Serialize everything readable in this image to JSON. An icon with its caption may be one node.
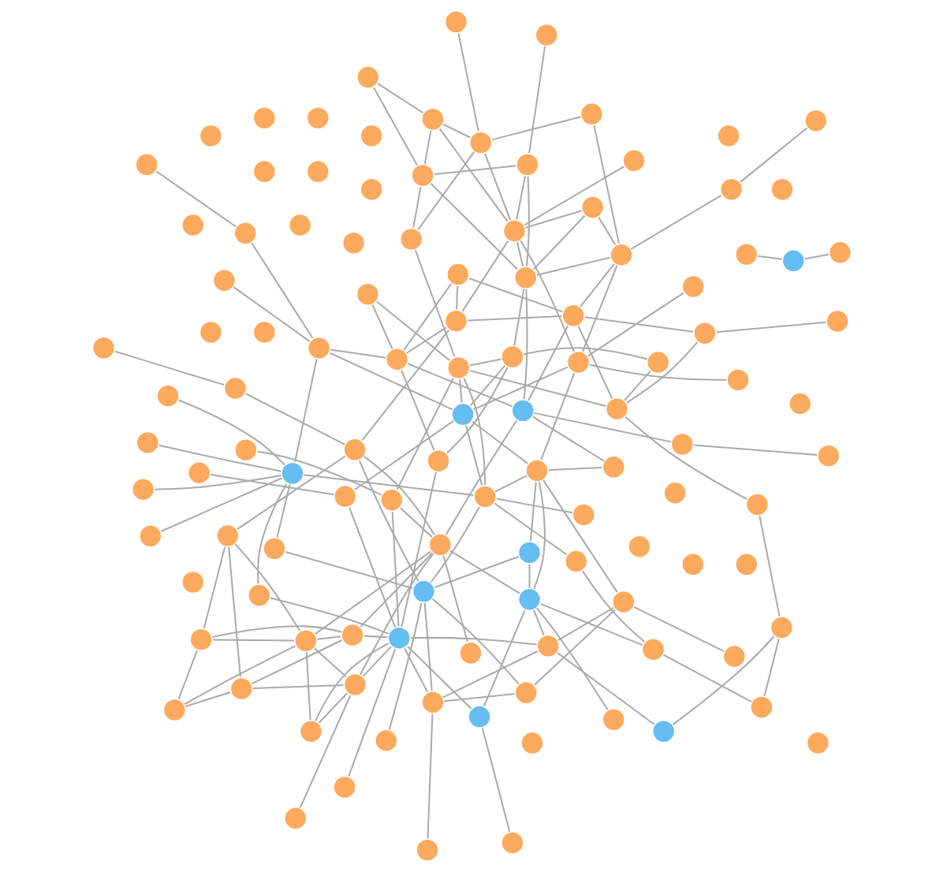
{
  "diagram": {
    "nodes": [
      {
        "text": [],
        "shape": "circle"
      },
      {
        "text": [],
        "shape": "circle"
      },
      {
        "text": [],
        "shape": "circle"
      },
      {
        "text": [],
        "shape": "circle"
      },
      {
        "text": [],
        "shape": "circle"
      },
      {
        "text": [],
        "shape": "circle"
      },
      {
        "text": [],
        "shape": "circle"
      },
      {
        "text": [],
        "shape": "circle"
      },
      {
        "text": [],
        "shape": "circle"
      },
      {
        "text": [],
        "shape": "circle"
      },
      {
        "text": [],
        "shape": "circle"
      },
      {
        "text": [],
        "shape": "circle"
      },
      {
        "text": [],
        "shape": "circle"
      },
      {
        "text": [],
        "shape": "circle"
      },
      {
        "text": [],
        "shape": "circle"
      },
      {
        "text": [],
        "shape": "circle"
      },
      {
        "text": [],
        "shape": "circle"
      },
      {
        "text": [],
        "shape": "circle"
      },
      {
        "text": [],
        "shape": "circle"
      },
      {
        "text": [],
        "shape": "circle"
      },
      {
        "text": [],
        "shape": "circle"
      },
      {
        "text": [],
        "shape": "circle"
      },
      {
        "text": [],
        "shape": "circle"
      },
      {
        "text": [],
        "shape": "circle"
      },
      {
        "text": [],
        "shape": "circle"
      },
      {
        "text": [],
        "shape": "circle"
      },
      {
        "text": [],
        "shape": "circle"
      },
      {
        "text": [],
        "shape": "circle"
      },
      {
        "text": [],
        "shape": "circle"
      },
      {
        "text": [],
        "shape": "circle"
      },
      {
        "text": [],
        "shape": "circle"
      },
      {
        "text": [],
        "shape": "circle"
      },
      {
        "text": [],
        "shape": "circle"
      },
      {
        "text": [],
        "shape": "circle"
      },
      {
        "text": [],
        "shape": "circle"
      },
      {
        "text": [],
        "shape": "circle"
      },
      {
        "text": [],
        "shape": "circle"
      },
      {
        "text": [],
        "shape": "circle"
      },
      {
        "text": [],
        "shape": "circle"
      },
      {
        "text": [],
        "shape": "circle"
      },
      {
        "text": [],
        "shape": "circle"
      },
      {
        "text": [],
        "shape": "circle"
      },
      {
        "text": [],
        "shape": "circle"
      },
      {
        "text": [],
        "shape": "circle"
      },
      {
        "text": [],
        "shape": "circle"
      },
      {
        "text": [],
        "shape": "circle"
      },
      {
        "text": [],
        "shape": "circle"
      },
      {
        "text": [],
        "shape": "circle"
      },
      {
        "text": [],
        "shape": "circle"
      },
      {
        "text": [],
        "shape": "circle"
      },
      {
        "text": [],
        "shape": "circle"
      },
      {
        "text": [],
        "shape": "circle"
      },
      {
        "text": [],
        "shape": "circle"
      },
      {
        "text": [],
        "shape": "circle"
      },
      {
        "text": [],
        "shape": "circle"
      },
      {
        "text": [],
        "shape": "circle"
      },
      {
        "text": [],
        "shape": "circle"
      },
      {
        "text": [],
        "shape": "circle"
      },
      {
        "text": [],
        "shape": "circle"
      },
      {
        "text": [],
        "shape": "circle"
      },
      {
        "text": [],
        "shape": "circle"
      },
      {
        "text": [],
        "shape": "circle"
      },
      {
        "text": [],
        "shape": "circle"
      },
      {
        "text": [],
        "shape": "circle"
      },
      {
        "text": [],
        "shape": "circle"
      },
      {
        "text": [],
        "shape": "circle"
      },
      {
        "text": [],
        "shape": "circle"
      },
      {
        "text": [],
        "shape": "circle"
      },
      {
        "text": [],
        "shape": "circle"
      },
      {
        "text": [],
        "shape": "circle"
      },
      {
        "text": [],
        "shape": "circle"
      },
      {
        "text": [],
        "shape": "circle"
      },
      {
        "text": [],
        "shape": "circle"
      },
      {
        "text": [],
        "shape": "circle"
      },
      {
        "text": [],
        "shape": "circle"
      },
      {
        "text": [],
        "shape": "circle"
      },
      {
        "text": [],
        "shape": "circle"
      },
      {
        "text": [],
        "shape": "circle"
      },
      {
        "text": [],
        "shape": "circle"
      },
      {
        "text": [],
        "shape": "circle"
      },
      {
        "text": [],
        "shape": "circle"
      },
      {
        "text": [],
        "shape": "circle"
      },
      {
        "text": [],
        "shape": "circle"
      },
      {
        "text": [],
        "shape": "circle"
      },
      {
        "text": [],
        "shape": "circle"
      },
      {
        "text": [],
        "shape": "circle"
      },
      {
        "text": [],
        "shape": "circle"
      },
      {
        "text": [],
        "shape": "circle"
      },
      {
        "text": [],
        "shape": "circle"
      },
      {
        "text": [],
        "shape": "circle"
      },
      {
        "text": [],
        "shape": "circle"
      },
      {
        "text": [],
        "shape": "circle"
      },
      {
        "text": [],
        "shape": "circle"
      },
      {
        "text": [],
        "shape": "circle"
      },
      {
        "text": [],
        "shape": "circle"
      },
      {
        "text": [],
        "shape": "circle"
      },
      {
        "text": [],
        "shape": "circle"
      },
      {
        "text": [],
        "shape": "circle"
      },
      {
        "text": [],
        "shape": "circle"
      },
      {
        "text": [],
        "shape": "circle"
      },
      {
        "text": [],
        "shape": "circle"
      },
      {
        "text": [],
        "shape": "circle"
      },
      {
        "text": [],
        "shape": "circle"
      },
      {
        "text": [],
        "shape": "circle"
      },
      {
        "text": [],
        "shape": "circle"
      },
      {
        "text": [],
        "shape": "circle"
      },
      {
        "text": [],
        "shape": "circle"
      },
      {
        "text": [],
        "shape": "circle"
      },
      {
        "text": [],
        "shape": "circle"
      },
      {
        "text": [],
        "shape": "circle"
      },
      {
        "text": [],
        "shape": "circle"
      },
      {
        "text": [],
        "shape": "circle"
      },
      {
        "text": [],
        "shape": "circle"
      },
      {
        "text": [],
        "shape": "circle"
      }
    ],
    "edges": [
      {
        "from": 0,
        "to": 30,
        "arrow": "none"
      },
      {
        "from": 8,
        "to": 23,
        "arrow": "none"
      },
      {
        "from": 4,
        "to": 23,
        "arrow": "none"
      },
      {
        "from": 5,
        "to": 23,
        "arrow": "none"
      },
      {
        "from": 9,
        "to": 23,
        "arrow": "none"
      },
      {
        "from": 14,
        "to": 23,
        "arrow": "none"
      },
      {
        "from": 9,
        "to": 38,
        "arrow": "none"
      },
      {
        "from": 6,
        "to": 33,
        "arrow": "none"
      },
      {
        "from": 13,
        "to": 30,
        "arrow": "none"
      },
      {
        "from": 23,
        "to": 24,
        "arrow": "none"
      },
      {
        "from": 23,
        "to": 27,
        "arrow": "none"
      },
      {
        "from": 23,
        "to": 44,
        "arrow": "none"
      },
      {
        "from": 24,
        "to": 19,
        "arrow": "none"
      },
      {
        "from": 24,
        "to": 25,
        "arrow": "none"
      },
      {
        "from": 25,
        "to": 26,
        "arrow": "none"
      },
      {
        "from": 24,
        "to": 50,
        "arrow": "none"
      },
      {
        "from": 24,
        "to": 51,
        "arrow": "none"
      },
      {
        "from": 10,
        "to": 21,
        "arrow": "none"
      },
      {
        "from": 11,
        "to": 33,
        "arrow": "none"
      },
      {
        "from": 11,
        "to": 38,
        "arrow": "none"
      },
      {
        "from": 11,
        "to": 48,
        "arrow": "none"
      },
      {
        "from": 12,
        "to": 37,
        "arrow": "none"
      },
      {
        "from": 12,
        "to": 44,
        "arrow": "none"
      },
      {
        "from": 15,
        "to": 32,
        "arrow": "none"
      },
      {
        "from": 20,
        "to": 48,
        "arrow": "none"
      },
      {
        "from": 20,
        "to": 56,
        "arrow": "none"
      },
      {
        "from": 21,
        "to": 71,
        "arrow": "none"
      },
      {
        "from": 21,
        "to": 50,
        "arrow": "none"
      },
      {
        "from": 22,
        "to": 44,
        "arrow": "none"
      },
      {
        "from": 28,
        "to": 29,
        "arrow": "none"
      },
      {
        "from": 28,
        "to": 58,
        "arrow": "none"
      },
      {
        "from": 29,
        "to": 33,
        "arrow": "none"
      },
      {
        "from": 29,
        "to": 32,
        "arrow": "none"
      },
      {
        "from": 29,
        "to": 40,
        "arrow": "none"
      },
      {
        "from": 29,
        "to": 71,
        "arrow": "none"
      },
      {
        "from": 27,
        "to": 71,
        "arrow": "none"
      },
      {
        "from": 31,
        "to": 37,
        "arrow": "none"
      },
      {
        "from": 31,
        "to": 58,
        "arrow": "none"
      },
      {
        "from": 32,
        "to": 48,
        "arrow": "none"
      },
      {
        "from": 32,
        "to": 52,
        "arrow": "none"
      },
      {
        "from": 33,
        "to": 37,
        "arrow": "none"
      },
      {
        "from": 33,
        "to": 48,
        "arrow": "none"
      },
      {
        "from": 33,
        "to": 61,
        "arrow": "none"
      },
      {
        "from": 33,
        "to": 81,
        "arrow": "none"
      },
      {
        "from": 34,
        "to": 45,
        "arrow": "none"
      },
      {
        "from": 34,
        "to": 51,
        "arrow": "none"
      },
      {
        "from": 34,
        "to": 54,
        "arrow": "none"
      },
      {
        "from": 36,
        "to": 40,
        "arrow": "none"
      },
      {
        "from": 38,
        "to": 39,
        "arrow": "none"
      },
      {
        "from": 38,
        "to": 40,
        "arrow": "none"
      },
      {
        "from": 38,
        "to": 44,
        "arrow": "none"
      },
      {
        "from": 38,
        "to": 52,
        "arrow": "none"
      },
      {
        "from": 38,
        "to": 70,
        "arrow": "none"
      },
      {
        "from": 40,
        "to": 71,
        "arrow": "none"
      },
      {
        "from": 40,
        "to": 52,
        "arrow": "none"
      },
      {
        "from": 41,
        "to": 46,
        "arrow": "none"
      },
      {
        "from": 41,
        "to": 47,
        "arrow": "none"
      },
      {
        "from": 41,
        "to": 45,
        "arrow": "none"
      },
      {
        "from": 42,
        "to": 60,
        "arrow": "none"
      },
      {
        "from": 43,
        "to": 63,
        "arrow": "none"
      },
      {
        "from": 44,
        "to": 48,
        "arrow": "none"
      },
      {
        "from": 44,
        "to": 50,
        "arrow": "none"
      },
      {
        "from": 44,
        "to": 66,
        "arrow": "none"
      },
      {
        "from": 45,
        "to": 47,
        "arrow": "none"
      },
      {
        "from": 45,
        "to": 64,
        "arrow": "none"
      },
      {
        "from": 45,
        "to": 54,
        "arrow": "none"
      },
      {
        "from": 45,
        "to": 56,
        "arrow": "none"
      },
      {
        "from": 47,
        "to": 55,
        "arrow": "none"
      },
      {
        "from": 47,
        "to": 66,
        "arrow": "none"
      },
      {
        "from": 47,
        "to": 89,
        "arrow": "none"
      },
      {
        "from": 48,
        "to": 50,
        "arrow": "none"
      },
      {
        "from": 48,
        "to": 57,
        "arrow": "none"
      },
      {
        "from": 50,
        "to": 66,
        "arrow": "none"
      },
      {
        "from": 50,
        "to": 57,
        "arrow": "none"
      },
      {
        "from": 50,
        "to": 73,
        "arrow": "none"
      },
      {
        "from": 51,
        "to": 54,
        "arrow": "none"
      },
      {
        "from": 51,
        "to": 79,
        "arrow": "none"
      },
      {
        "from": 51,
        "to": 56,
        "arrow": "none"
      },
      {
        "from": 51,
        "to": 65,
        "arrow": "none"
      },
      {
        "from": 53,
        "to": 57,
        "arrow": "none"
      },
      {
        "from": 54,
        "to": 60,
        "arrow": "none"
      },
      {
        "from": 54,
        "to": 70,
        "arrow": "none"
      },
      {
        "from": 55,
        "to": 58,
        "arrow": "none"
      },
      {
        "from": 56,
        "to": 59,
        "arrow": "none"
      },
      {
        "from": 56,
        "to": 81,
        "arrow": "none"
      },
      {
        "from": 56,
        "to": 74,
        "arrow": "none"
      },
      {
        "from": 57,
        "to": 64,
        "arrow": "none"
      },
      {
        "from": 57,
        "to": 60,
        "arrow": "none"
      },
      {
        "from": 57,
        "to": 68,
        "arrow": "none"
      },
      {
        "from": 60,
        "to": 74,
        "arrow": "none"
      },
      {
        "from": 60,
        "to": 82,
        "arrow": "none"
      },
      {
        "from": 60,
        "to": 103,
        "arrow": "none"
      },
      {
        "from": 60,
        "to": 85,
        "arrow": "none"
      },
      {
        "from": 60,
        "to": 77,
        "arrow": "none"
      },
      {
        "from": 61,
        "to": 71,
        "arrow": "none"
      },
      {
        "from": 62,
        "to": 71,
        "arrow": "none"
      },
      {
        "from": 63,
        "to": 64,
        "arrow": "none"
      },
      {
        "from": 64,
        "to": 74,
        "arrow": "none"
      },
      {
        "from": 64,
        "to": 78,
        "arrow": "none"
      },
      {
        "from": 64,
        "to": 85,
        "arrow": "none"
      },
      {
        "from": 66,
        "to": 73,
        "arrow": "none"
      },
      {
        "from": 66,
        "to": 83,
        "arrow": "none"
      },
      {
        "from": 66,
        "to": 98,
        "arrow": "none"
      },
      {
        "from": 66,
        "to": 65,
        "arrow": "none"
      },
      {
        "from": 70,
        "to": 81,
        "arrow": "none"
      },
      {
        "from": 70,
        "to": 101,
        "arrow": "none"
      },
      {
        "from": 70,
        "to": 91,
        "arrow": "none"
      },
      {
        "from": 71,
        "to": 79,
        "arrow": "none"
      },
      {
        "from": 71,
        "to": 88,
        "arrow": "none"
      },
      {
        "from": 71,
        "to": 94,
        "arrow": "none"
      },
      {
        "from": 71,
        "to": 102,
        "arrow": "none"
      },
      {
        "from": 71,
        "to": 98,
        "arrow": "none"
      },
      {
        "from": 72,
        "to": 61,
        "arrow": "none"
      },
      {
        "from": 73,
        "to": 74,
        "arrow": "none"
      },
      {
        "from": 73,
        "to": 89,
        "arrow": "none"
      },
      {
        "from": 73,
        "to": 79,
        "arrow": "none"
      },
      {
        "from": 74,
        "to": 82,
        "arrow": "none"
      },
      {
        "from": 74,
        "to": 85,
        "arrow": "none"
      },
      {
        "from": 74,
        "to": 90,
        "arrow": "none"
      },
      {
        "from": 77,
        "to": 78,
        "arrow": "none"
      },
      {
        "from": 77,
        "to": 86,
        "arrow": "none"
      },
      {
        "from": 77,
        "to": 103,
        "arrow": "none"
      },
      {
        "from": 82,
        "to": 80,
        "arrow": "none"
      },
      {
        "from": 82,
        "to": 90,
        "arrow": "none"
      },
      {
        "from": 81,
        "to": 93,
        "arrow": "none"
      },
      {
        "from": 81,
        "to": 94,
        "arrow": "none"
      },
      {
        "from": 81,
        "to": 102,
        "arrow": "none"
      },
      {
        "from": 81,
        "to": 95,
        "arrow": "none"
      },
      {
        "from": 81,
        "to": 98,
        "arrow": "none"
      },
      {
        "from": 83,
        "to": 90,
        "arrow": "none"
      },
      {
        "from": 83,
        "to": 77,
        "arrow": "none"
      },
      {
        "from": 87,
        "to": 59,
        "arrow": "none"
      },
      {
        "from": 88,
        "to": 95,
        "arrow": "none"
      },
      {
        "from": 88,
        "to": 102,
        "arrow": "none"
      },
      {
        "from": 90,
        "to": 107,
        "arrow": "none"
      },
      {
        "from": 90,
        "to": 103,
        "arrow": "none"
      },
      {
        "from": 94,
        "to": 95,
        "arrow": "none"
      },
      {
        "from": 94,
        "to": 105,
        "arrow": "none"
      },
      {
        "from": 94,
        "to": 110,
        "arrow": "none"
      },
      {
        "from": 95,
        "to": 101,
        "arrow": "none"
      },
      {
        "from": 95,
        "to": 102,
        "arrow": "none"
      },
      {
        "from": 95,
        "to": 109,
        "arrow": "none"
      },
      {
        "from": 95,
        "to": 105,
        "arrow": "none"
      },
      {
        "from": 97,
        "to": 91,
        "arrow": "none"
      },
      {
        "from": 101,
        "to": 110,
        "arrow": "none"
      },
      {
        "from": 101,
        "to": 105,
        "arrow": "none"
      },
      {
        "from": 102,
        "to": 110,
        "arrow": "none"
      },
      {
        "from": 102,
        "to": 112,
        "arrow": "none"
      },
      {
        "from": 103,
        "to": 107,
        "arrow": "none"
      },
      {
        "from": 105,
        "to": 109,
        "arrow": "none"
      },
      {
        "from": 109,
        "to": 110,
        "arrow": "none"
      },
      {
        "from": 98,
        "to": 106,
        "arrow": "none"
      }
    ]
  }
}
